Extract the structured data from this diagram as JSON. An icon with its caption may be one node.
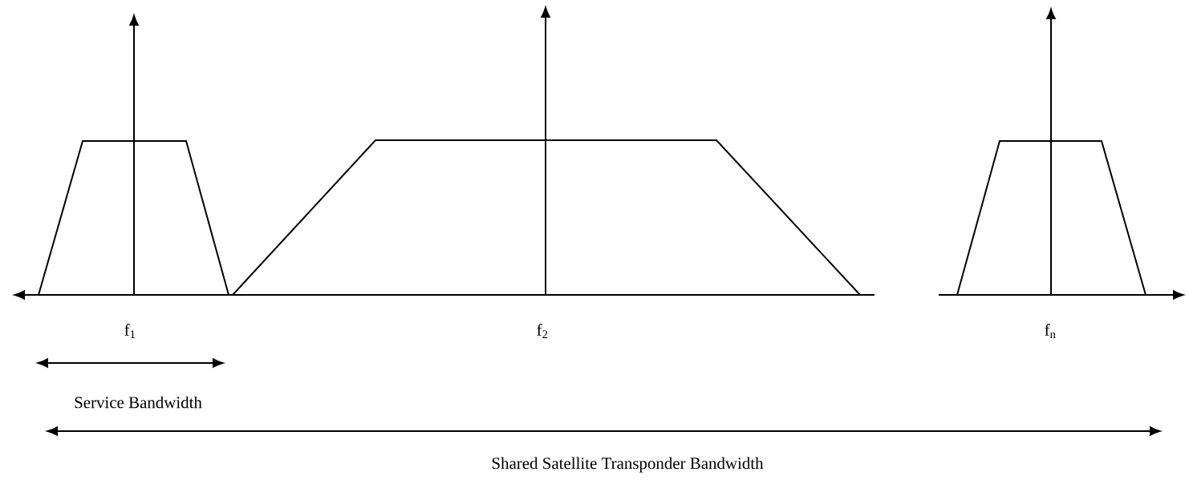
{
  "diagram": {
    "labels": [
      "f$_{1}$",
      "f$_{2}$",
      "f$_{n}$",
      "Service Bandwidth",
      "Shared Satellite Transponder Bandwidth"
    ]
  }
}
